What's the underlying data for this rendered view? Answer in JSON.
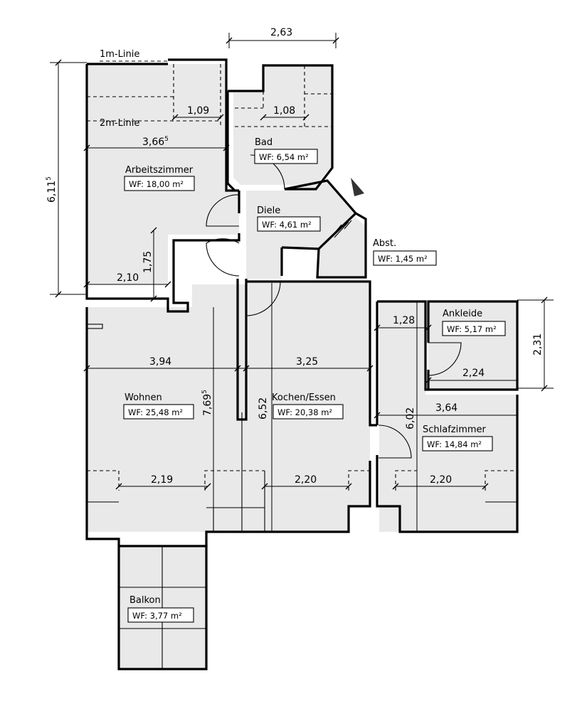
{
  "rooms": {
    "arbeitszimmer": {
      "name": "Arbeitszimmer",
      "wf": "WF: 18,00 m²"
    },
    "bad": {
      "name": "Bad",
      "wf": "WF: 6,54 m²"
    },
    "diele": {
      "name": "Diele",
      "wf": "WF: 4,61 m²"
    },
    "abst": {
      "name": "Abst.",
      "wf": "WF: 1,45 m²"
    },
    "ankleide": {
      "name": "Ankleide",
      "wf": "WF: 5,17 m²"
    },
    "wohnen": {
      "name": "Wohnen",
      "wf": "WF: 25,48 m²"
    },
    "kochen": {
      "name": "Kochen/Essen",
      "wf": "WF: 20,38 m²"
    },
    "schlafzimmer": {
      "name": "Schlafzimmer",
      "wf": "WF: 14,84 m²"
    },
    "balkon": {
      "name": "Balkon",
      "wf": "WF: 3,77 m²"
    }
  },
  "height_lines": {
    "line_1m": "1m-Linie",
    "line_2m": "2m-Linie"
  },
  "dimensions": {
    "top_bad_width": "2,63",
    "arbeits_slope_1": "1,09",
    "bad_slope": "1,08",
    "arbeits_width_main": "3,66",
    "arbeits_width_sup": "5",
    "arbeits_height_main": "6,11",
    "arbeits_height_sup": "5",
    "arbeits_nook_h": "1,75",
    "arbeits_nook_w": "2,10",
    "wohnen_width": "3,94",
    "kochen_width": "3,25",
    "wohnen_height_main": "7,69",
    "wohnen_height_sup": "5",
    "kochen_height": "6,52",
    "flur_width": "1,28",
    "ankleide_width": "2,24",
    "ankleide_height": "2,31",
    "schlaf_width": "3,64",
    "schlaf_height": "6,02",
    "wohnen_window": "2,19",
    "kochen_window": "2,20",
    "schlaf_window": "2,20"
  }
}
